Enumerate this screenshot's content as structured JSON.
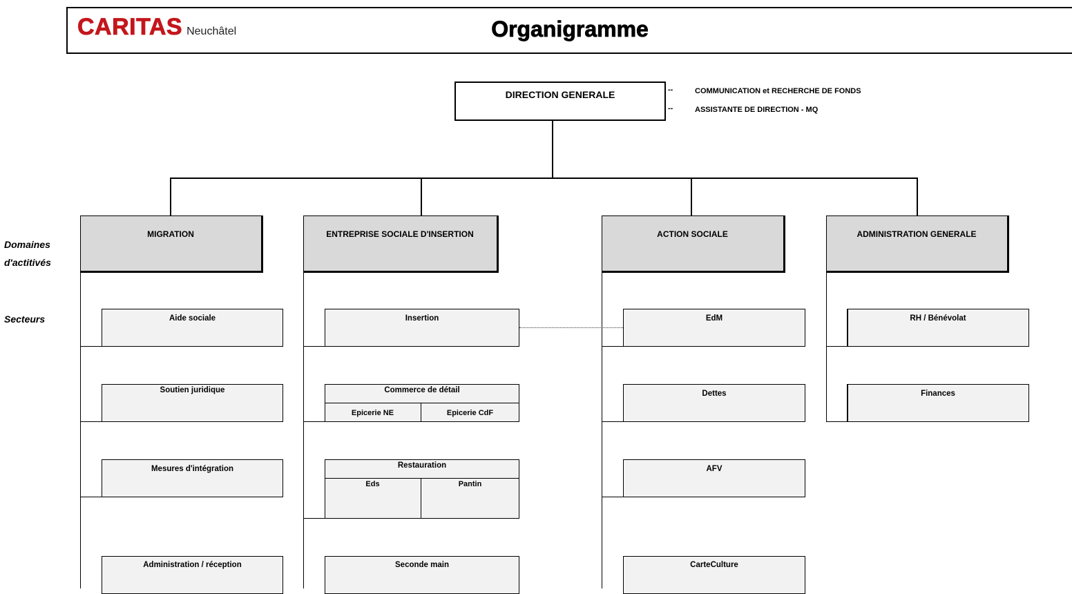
{
  "header": {
    "logo_main": "CARITAS",
    "logo_sub": "Neuchâtel",
    "title": "Organigramme"
  },
  "direction": {
    "label": "DIRECTION GENERALE",
    "attached": [
      {
        "dash": "--",
        "label": "COMMUNICATION et RECHERCHE DE FONDS"
      },
      {
        "dash": "--",
        "label": "ASSISTANTE DE DIRECTION - MQ"
      }
    ]
  },
  "row_labels": {
    "domaines_line1": "Domaines",
    "domaines_line2": "d'actitivés",
    "secteurs": "Secteurs"
  },
  "domains": [
    {
      "label": "MIGRATION",
      "sectors": [
        {
          "label": "Aide sociale"
        },
        {
          "label": "Soutien juridique"
        },
        {
          "label": "Mesures d'intégration"
        },
        {
          "label": "Administration / réception"
        }
      ]
    },
    {
      "label": "ENTREPRISE SOCIALE D'INSERTION",
      "sectors": [
        {
          "label": "Insertion"
        },
        {
          "label": "Commerce de détail",
          "sub": [
            "Epicerie NE",
            "Epicerie CdF"
          ]
        },
        {
          "label": "Restauration",
          "sub": [
            "Eds",
            "Pantin"
          ]
        },
        {
          "label": "Seconde main"
        }
      ]
    },
    {
      "label": "ACTION SOCIALE",
      "sectors": [
        {
          "label": "EdM"
        },
        {
          "label": "Dettes"
        },
        {
          "label": "AFV"
        },
        {
          "label": "CarteCulture"
        }
      ]
    },
    {
      "label": "ADMINISTRATION GENERALE",
      "sectors": [
        {
          "label": "RH / Bénévolat"
        },
        {
          "label": "Finances"
        }
      ]
    }
  ],
  "colors": {
    "brand_red": "#c3161c",
    "domain_fill": "#d9d9d9",
    "sector_fill": "#f2f2f2"
  }
}
